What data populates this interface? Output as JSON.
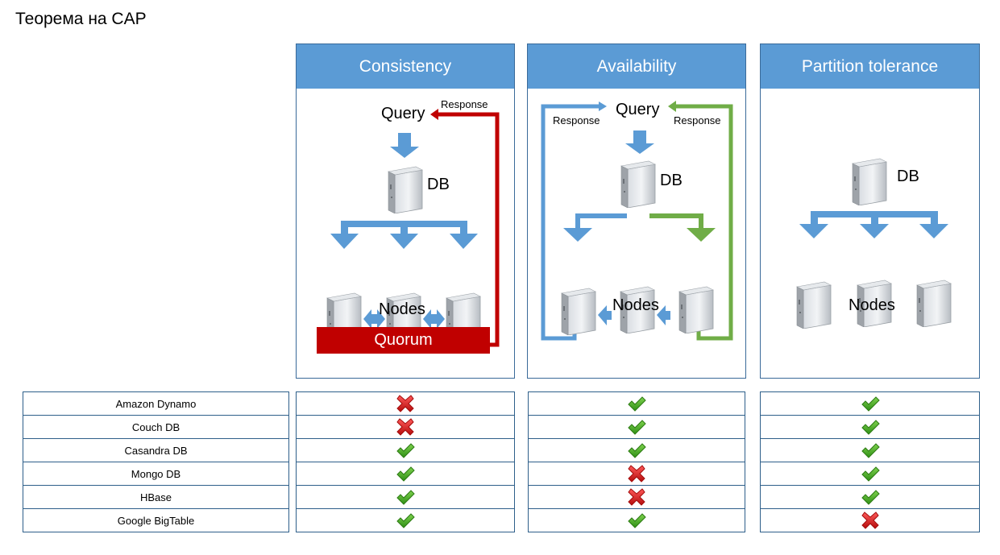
{
  "title": "Теорема на CAP",
  "colors": {
    "header_blue": "#5b9bd5",
    "quorum_red": "#c00000",
    "response_green": "#70ad47",
    "check_green": "#4caf1f",
    "cross_red": "#e02020"
  },
  "panels": [
    {
      "header": "Consistency",
      "query": "Query",
      "response": "Response",
      "db": "DB",
      "nodes": "Nodes",
      "quorum": "Quorum"
    },
    {
      "header": "Availability",
      "query": "Query",
      "response_left": "Response",
      "response_right": "Response",
      "db": "DB",
      "nodes": "Nodes"
    },
    {
      "header": "Partition tolerance",
      "db": "DB",
      "nodes": "Nodes"
    }
  ],
  "table": {
    "rows": [
      {
        "name": "Amazon Dynamo",
        "consistency": "cross",
        "availability": "check",
        "partition_tolerance": "check"
      },
      {
        "name": "Couch DB",
        "consistency": "cross",
        "availability": "check",
        "partition_tolerance": "check"
      },
      {
        "name": "Casandra DB",
        "consistency": "check",
        "availability": "check",
        "partition_tolerance": "check"
      },
      {
        "name": "Mongo DB",
        "consistency": "check",
        "availability": "cross",
        "partition_tolerance": "check"
      },
      {
        "name": "HBase",
        "consistency": "check",
        "availability": "cross",
        "partition_tolerance": "check"
      },
      {
        "name": "Google BigTable",
        "consistency": "check",
        "availability": "check",
        "partition_tolerance": "cross"
      }
    ]
  }
}
